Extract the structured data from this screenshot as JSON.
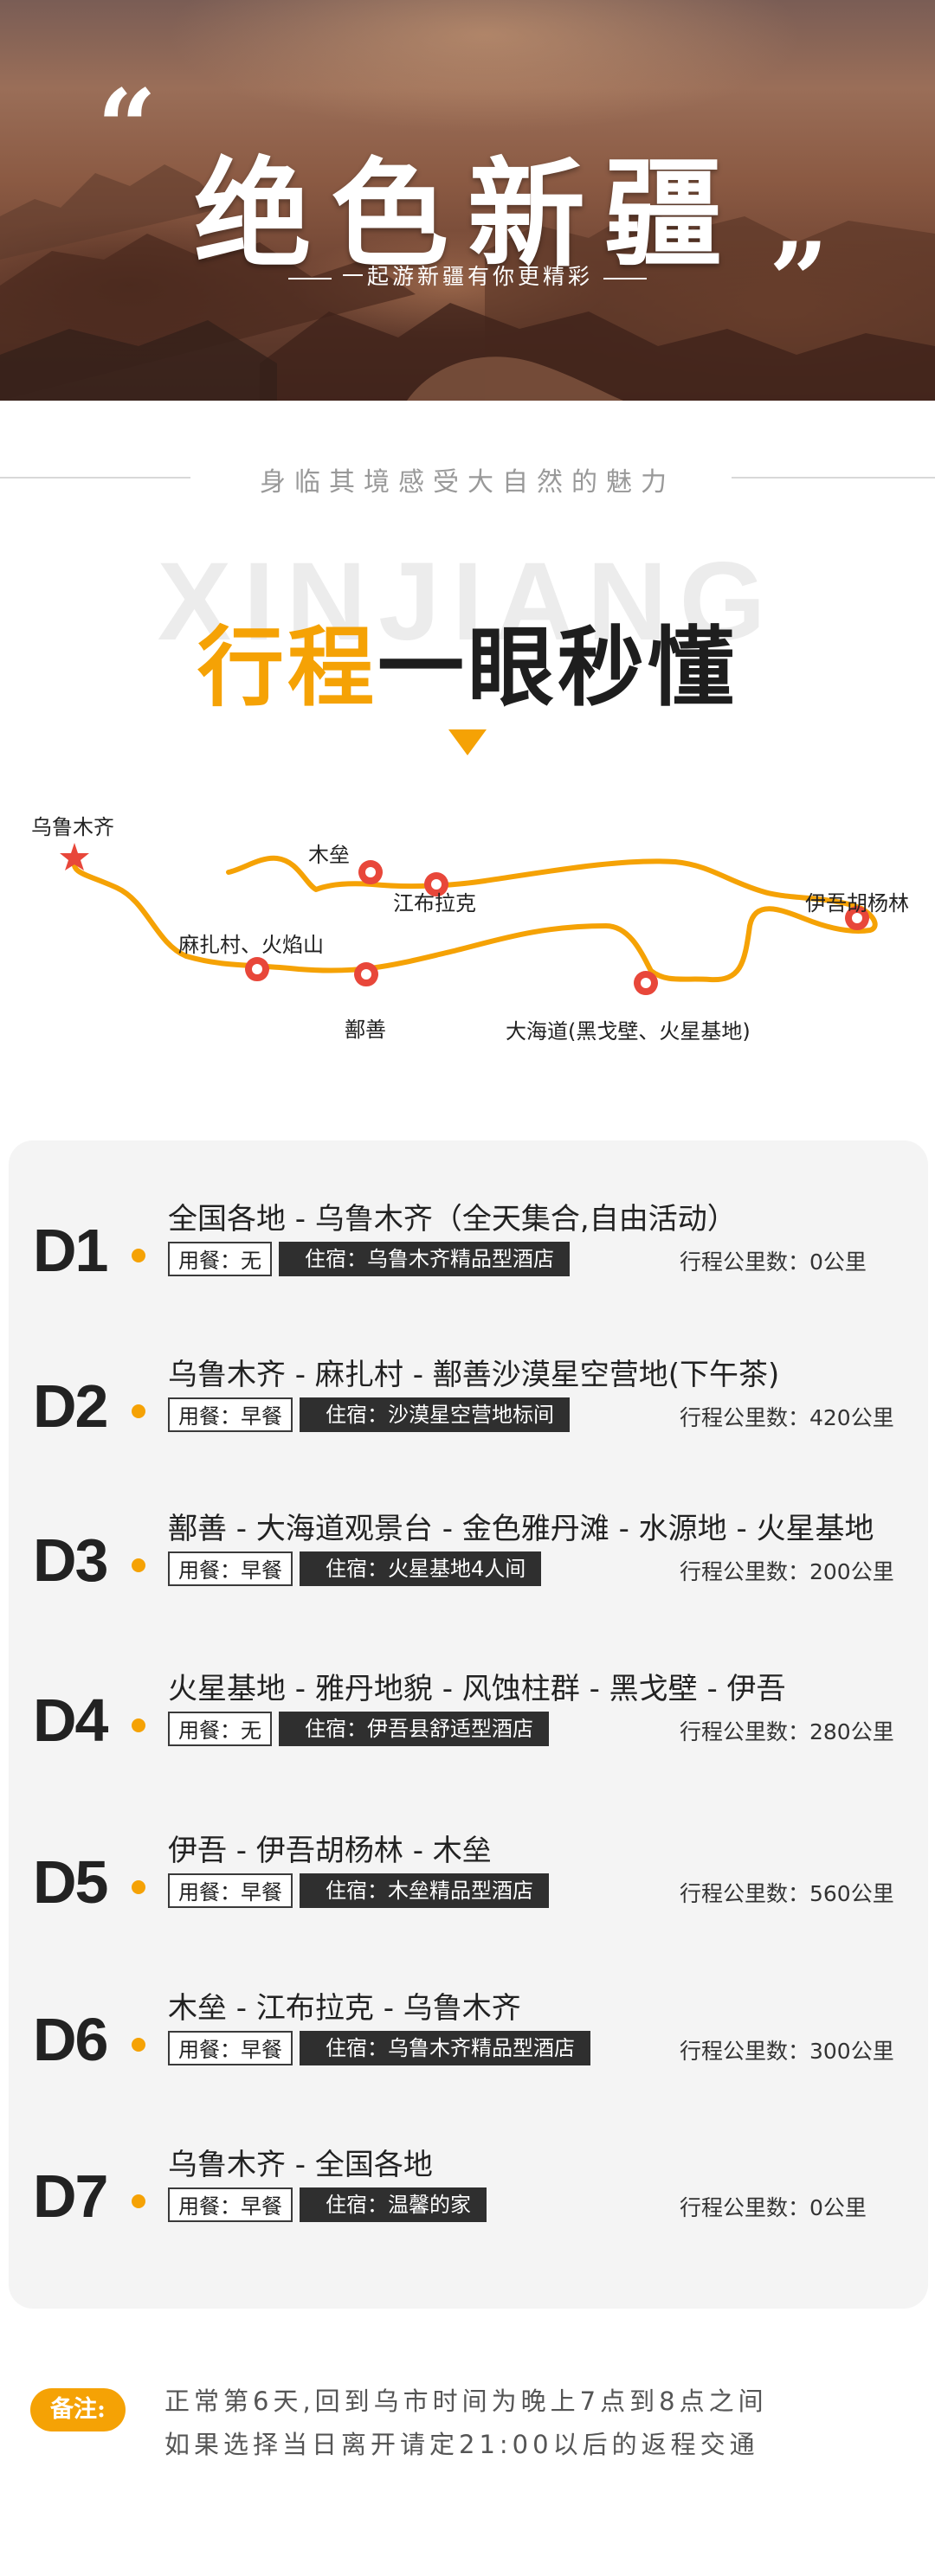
{
  "banner": {
    "title": "绝色新疆",
    "subtitle": "一起游新疆有你更精彩",
    "quote_open": "“",
    "quote_close": "”"
  },
  "tagline": "身临其境感受大自然的魅力",
  "section": {
    "watermark": "XINJIANG",
    "title_accent": "行程",
    "title_rest": "一眼秒懂"
  },
  "map": {
    "labels": {
      "urumqi": "乌鲁木齐",
      "mulei": "木垒",
      "jiangbulake": "江布拉克",
      "yiwu_forest": "伊吾胡杨林",
      "mazha": "麻扎村、火焰山",
      "shanshan": "鄯善",
      "dahaidao": "大海道(黑戈壁、火星基地)"
    },
    "route_color": "#f5a205",
    "pin_color": "#e8473a",
    "start_icon": "star-icon",
    "pin_icon": "map-pin-icon"
  },
  "itinerary": [
    {
      "day": "D1",
      "route": "全国各地 - 乌鲁木齐（全天集合,自由活动）",
      "meal": "用餐：无",
      "stay": "住宿：乌鲁木齐精品型酒店",
      "km": "行程公里数：0公里"
    },
    {
      "day": "D2",
      "route": "乌鲁木齐 - 麻扎村 - 鄯善沙漠星空营地(下午茶)",
      "meal": "用餐：早餐",
      "stay": "住宿：沙漠星空营地标间",
      "km": "行程公里数：420公里"
    },
    {
      "day": "D3",
      "route": "鄯善 - 大海道观景台 - 金色雅丹滩 - 水源地 - 火星基地",
      "meal": "用餐：早餐",
      "stay": "住宿：火星基地4人间",
      "km": "行程公里数：200公里"
    },
    {
      "day": "D4",
      "route": "火星基地 - 雅丹地貌 - 风蚀柱群 - 黑戈壁 - 伊吾",
      "meal": "用餐：无",
      "stay": "住宿：伊吾县舒适型酒店",
      "km": "行程公里数：280公里"
    },
    {
      "day": "D5",
      "route": "伊吾 - 伊吾胡杨林 - 木垒",
      "meal": "用餐：早餐",
      "stay": "住宿：木垒精品型酒店",
      "km": "行程公里数：560公里"
    },
    {
      "day": "D6",
      "route": "木垒 - 江布拉克 - 乌鲁木齐",
      "meal": "用餐：早餐",
      "stay": "住宿：乌鲁木齐精品型酒店",
      "km": "行程公里数：300公里"
    },
    {
      "day": "D7",
      "route": "乌鲁木齐 - 全国各地",
      "meal": "用餐：早餐",
      "stay": "住宿：温馨的家",
      "km": "行程公里数：0公里"
    }
  ],
  "note": {
    "badge": "备注:",
    "line1": "正常第6天,回到乌市时间为晚上7点到8点之间",
    "line2": "如果选择当日离开请定21:00以后的返程交通"
  },
  "colors": {
    "accent": "#f5a205",
    "dark": "#2f2f2f",
    "card_bg": "#f4f4f4"
  }
}
